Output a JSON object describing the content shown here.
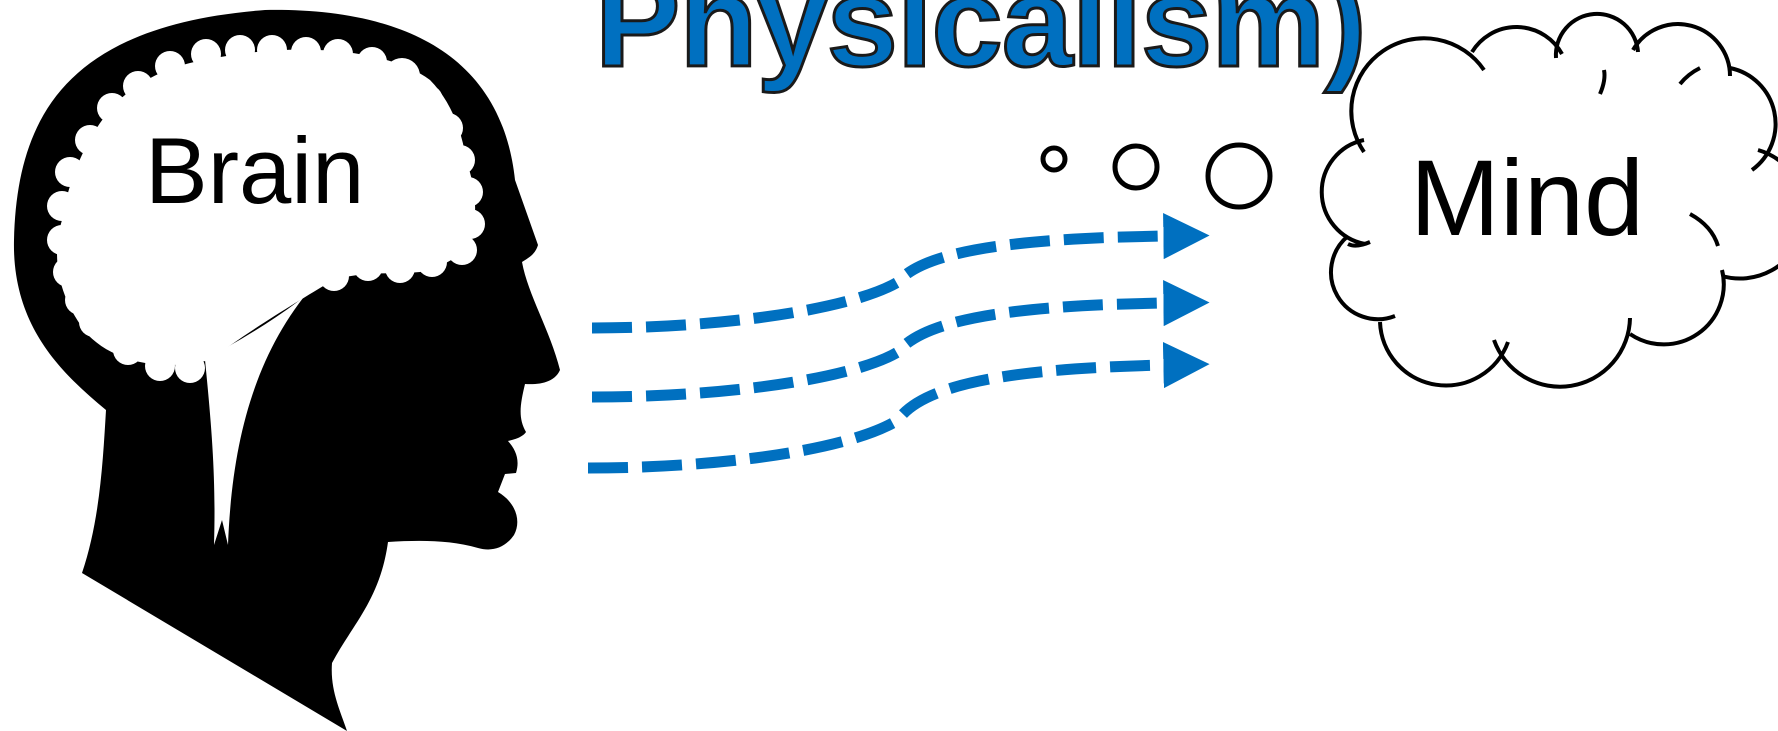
{
  "title": "Physicalism)",
  "brain_label": "Brain",
  "mind_label": "Mind",
  "colors": {
    "title_fill": "#0070C0",
    "title_stroke": "#1a1a1a",
    "arrow": "#0070C0",
    "head": "#000000",
    "cloud_fill": "#ffffff",
    "outline": "#000000"
  },
  "icons": {
    "head": "human-head-silhouette-icon",
    "brain": "brain-cloud-icon",
    "thought": "thought-bubble-icon"
  }
}
